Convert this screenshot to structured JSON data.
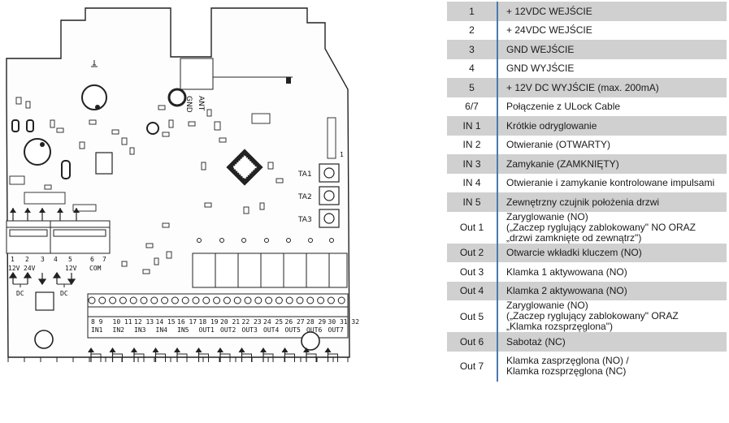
{
  "board": {
    "top_labels": [
      "GND",
      "ANT"
    ],
    "button_labels": [
      "TA1",
      "TA2",
      "TA3"
    ],
    "connector_mark": "1",
    "power_pins": [
      "1",
      "2",
      "3",
      "4",
      "5",
      "6",
      "7"
    ],
    "power_legends": [
      "12V",
      "24V",
      "12V",
      "COM"
    ],
    "dc_labels": [
      "DC",
      "DC"
    ],
    "terminal_numbers": [
      "8 9",
      "10 11",
      "12 13",
      "14 15",
      "16 17",
      "18 19",
      "20 21",
      "22 23",
      "24 25",
      "26 27",
      "28 29",
      "30 31 32"
    ],
    "terminal_labels": [
      "IN1",
      "IN2",
      "IN3",
      "IN4",
      "IN5",
      "OUT1",
      "OUT2",
      "OUT3",
      "OUT4",
      "OUT5",
      "OUT6",
      "OUT7"
    ]
  },
  "table": [
    {
      "num": "1",
      "desc": "+  12VDC WEJŚCIE",
      "shade": true
    },
    {
      "num": "2",
      "desc": "+  24VDC WEJŚCIE",
      "shade": false
    },
    {
      "num": "3",
      "desc": "GND WEJŚCIE",
      "shade": true
    },
    {
      "num": "4",
      "desc": "GND WYJŚCIE",
      "shade": false
    },
    {
      "num": "5",
      "desc": "+  12V DC WYJŚCIE (max. 200mA)",
      "shade": true
    },
    {
      "num": "6/7",
      "desc": "Połączenie z ULock Cable",
      "shade": false
    },
    {
      "num": "IN 1",
      "desc": "Krótkie odryglowanie",
      "shade": true
    },
    {
      "num": "IN 2",
      "desc": "Otwieranie (OTWARTY)",
      "shade": false
    },
    {
      "num": "IN 3",
      "desc": "Zamykanie (ZAMKNIĘTY)",
      "shade": true
    },
    {
      "num": "IN 4",
      "desc": "Otwieranie i zamykanie kontrolowane impulsami",
      "shade": false
    },
    {
      "num": "IN 5",
      "desc": "Zewnętrzny czujnik położenia drzwi",
      "shade": true
    },
    {
      "num": "Out 1",
      "desc_lines": [
        "Zaryglowanie (NO)",
        "(„Zaczep ryglujący zablokowany\" NO ORAZ",
        "„drzwi zamknięte od zewnątrz\")"
      ],
      "shade": false,
      "tall": true
    },
    {
      "num": "Out 2",
      "desc": "Otwarcie wkładki kluczem (NO)",
      "shade": true
    },
    {
      "num": "Out 3",
      "desc": "Klamka 1 aktywowana (NO)",
      "shade": false
    },
    {
      "num": "Out 4",
      "desc": "Klamka 2 aktywowana (NO)",
      "shade": true
    },
    {
      "num": "Out 5",
      "desc_lines": [
        "Zaryglowanie (NO)",
        "(„Zaczep ryglujący zablokowany\" ORAZ",
        "„Klamka rozsprzęglona\")"
      ],
      "shade": false,
      "tall": true
    },
    {
      "num": "Out 6",
      "desc": "Sabotaż (NC)",
      "shade": true
    },
    {
      "num": "Out 7",
      "desc_lines": [
        "Klamka zasprzęglona (NO) /",
        "Klamka rozsprzęglona (NC)"
      ],
      "shade": false,
      "tall": true
    }
  ]
}
